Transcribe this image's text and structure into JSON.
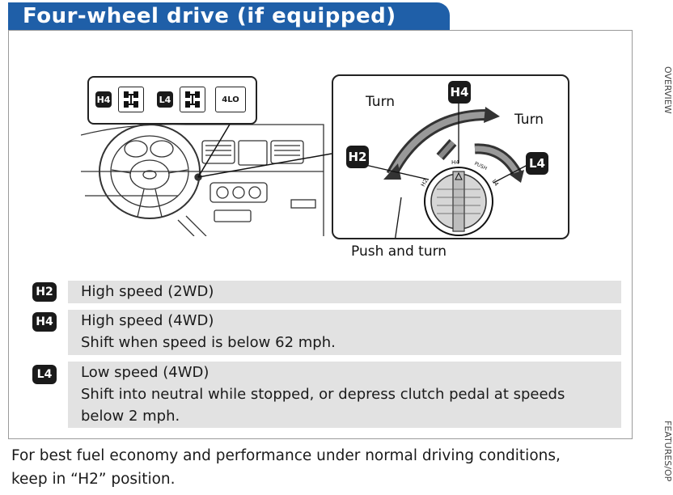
{
  "header": {
    "title": "Four-wheel drive (if equipped)"
  },
  "side_tabs": {
    "top": "OVERVIEW",
    "bottom": "FEATURES/OP"
  },
  "callout": {
    "badge_h4": "H4",
    "badge_l4": "L4",
    "lo_label": "4LO"
  },
  "knob_diagram": {
    "badge_h4": "H4",
    "badge_h2": "H2",
    "badge_l4": "L4",
    "turn_left": "Turn",
    "turn_right": "Turn",
    "push_and_turn": "Push and turn",
    "dial_h2": "H2",
    "dial_h4": "H4",
    "dial_push": "PUSH",
    "dial_l4": "L4"
  },
  "legend": [
    {
      "badge": "H2",
      "lines": [
        "High speed (2WD)"
      ]
    },
    {
      "badge": "H4",
      "lines": [
        "High speed (4WD)",
        "Shift when speed is below 62 mph."
      ]
    },
    {
      "badge": "L4",
      "lines": [
        "Low speed (4WD)",
        "Shift into neutral while stopped, or depress clutch pedal at speeds",
        "below 2 mph."
      ]
    }
  ],
  "footer": {
    "line1": "For best fuel economy and performance under normal driving conditions,",
    "line2": "keep in “H2” position."
  },
  "colors": {
    "title_bar": "#1f5fa8",
    "row_bg": "#e2e2e2",
    "badge": "#1a1a1a"
  }
}
